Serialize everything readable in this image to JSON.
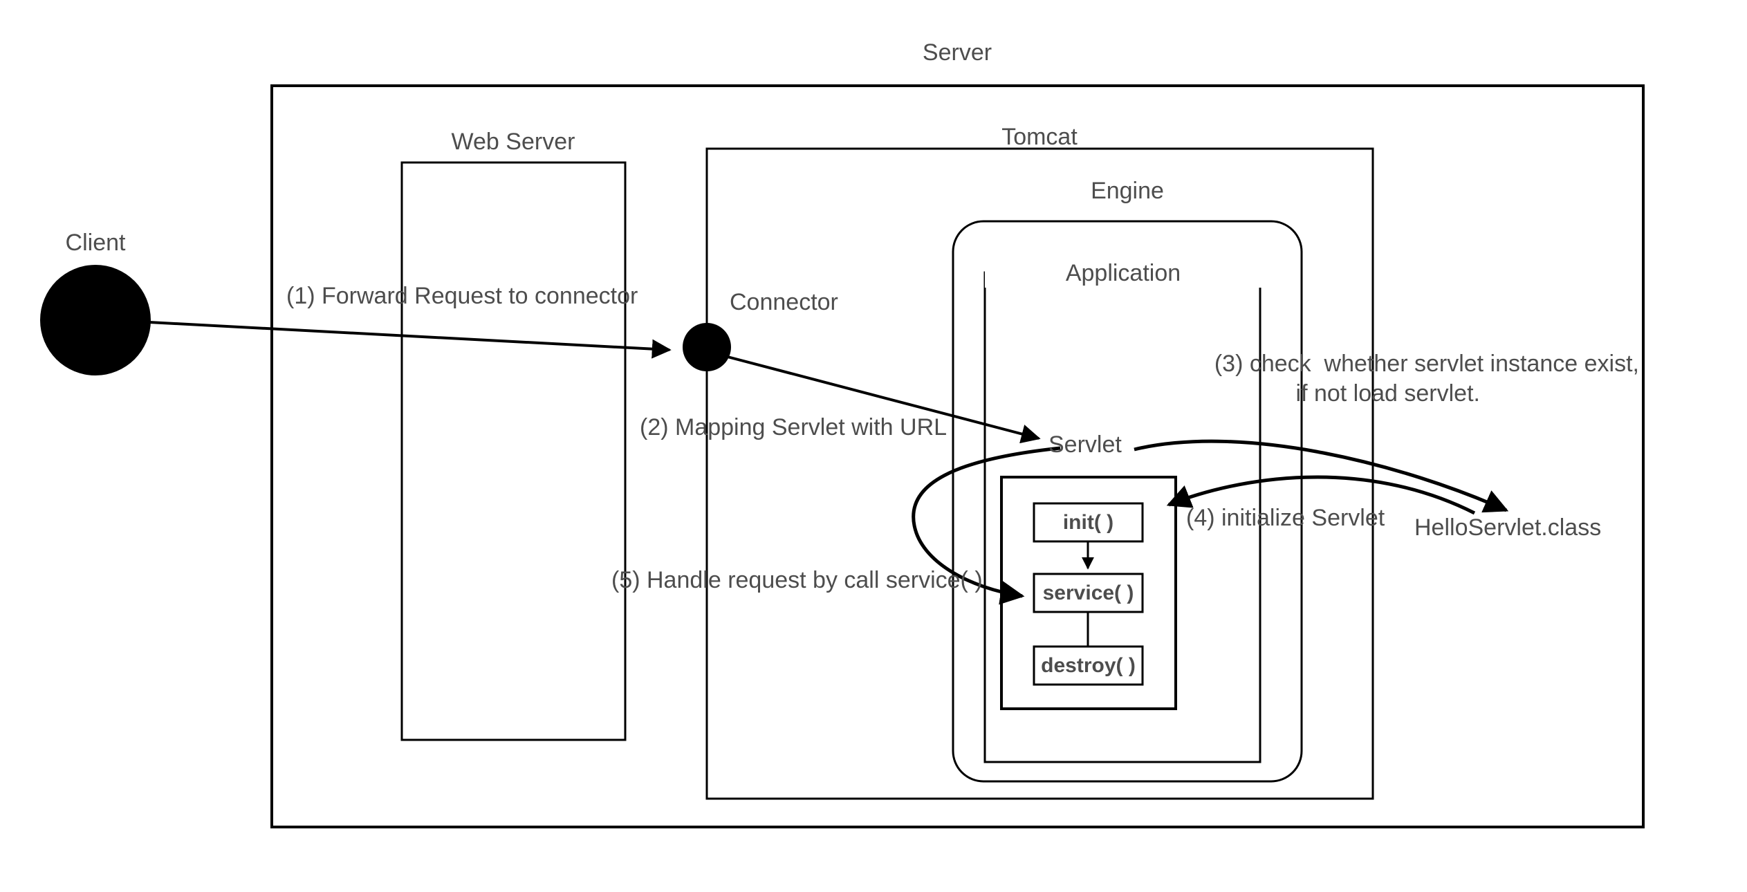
{
  "diagram": {
    "title": "Servlet request handling in Tomcat",
    "colors": {
      "line": "#000000",
      "text": "#4d4d4d",
      "node_fill": "#000000",
      "background": "#ffffff"
    },
    "containers": [
      {
        "id": "server",
        "label": "Server"
      },
      {
        "id": "web_server",
        "label": "Web Server"
      },
      {
        "id": "tomcat",
        "label": "Tomcat"
      },
      {
        "id": "engine",
        "label": "Engine"
      },
      {
        "id": "application",
        "label": "Application"
      }
    ],
    "nodes": [
      {
        "id": "client",
        "label": "Client"
      },
      {
        "id": "connector",
        "label": "Connector"
      },
      {
        "id": "servlet",
        "label": "Servlet"
      },
      {
        "id": "classfile",
        "label": "HelloServlet.class"
      }
    ],
    "lifecycle_methods": [
      {
        "id": "init",
        "label": "init( )"
      },
      {
        "id": "service",
        "label": "service( )"
      },
      {
        "id": "destroy",
        "label": "destroy( )"
      }
    ],
    "steps": [
      {
        "n": "1",
        "label": "(1) Forward Request to connector"
      },
      {
        "n": "2",
        "label": "(2) Mapping Servlet with URL"
      },
      {
        "n": "3",
        "line1": "(3) check  whether servlet instance exist,",
        "line2": "if not load servlet."
      },
      {
        "n": "4",
        "label": "(4) initialize Servlet"
      },
      {
        "n": "5",
        "label": "(5) Handle request by call service( )"
      }
    ]
  }
}
